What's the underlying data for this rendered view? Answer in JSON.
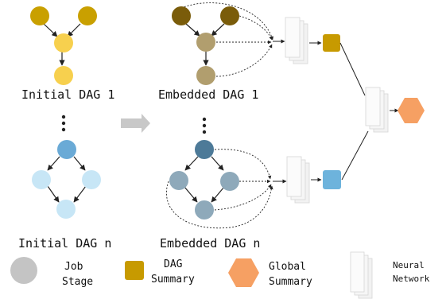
{
  "captions": {
    "initial_dag_1": "Initial DAG 1",
    "embedded_dag_1": "Embedded DAG 1",
    "initial_dag_n": "Initial DAG n",
    "embedded_dag_n": "Embedded DAG n"
  },
  "legend": {
    "job_stage": [
      "Job",
      "Stage"
    ],
    "dag_summary": [
      "DAG",
      "Summary"
    ],
    "global_summary": [
      "Global",
      "Summary"
    ],
    "neural_network": [
      "Neural",
      "Network"
    ]
  },
  "colors": {
    "dag1_initial_parent": "#c9a000",
    "dag1_initial_child": "#f7d04e",
    "dag1_embedded_parent": "#7a5c0a",
    "dag1_embedded_child": "#b19e6e",
    "dagn_initial_root": "#6aaad6",
    "dagn_initial_child": "#c7e6f6",
    "dagn_embedded_root": "#4d7a98",
    "dagn_embedded_child": "#8ea9ba",
    "dag_summary_1": "#c79a00",
    "dag_summary_n": "#6db3dc",
    "global_summary": "#f6a063",
    "job_stage_legend": "#c4c4c4",
    "arrow_gray": "#c8c8c8"
  },
  "icons": {
    "ellipsis": "vertical-ellipsis-icon",
    "transform_arrow": "right-arrow-icon"
  }
}
